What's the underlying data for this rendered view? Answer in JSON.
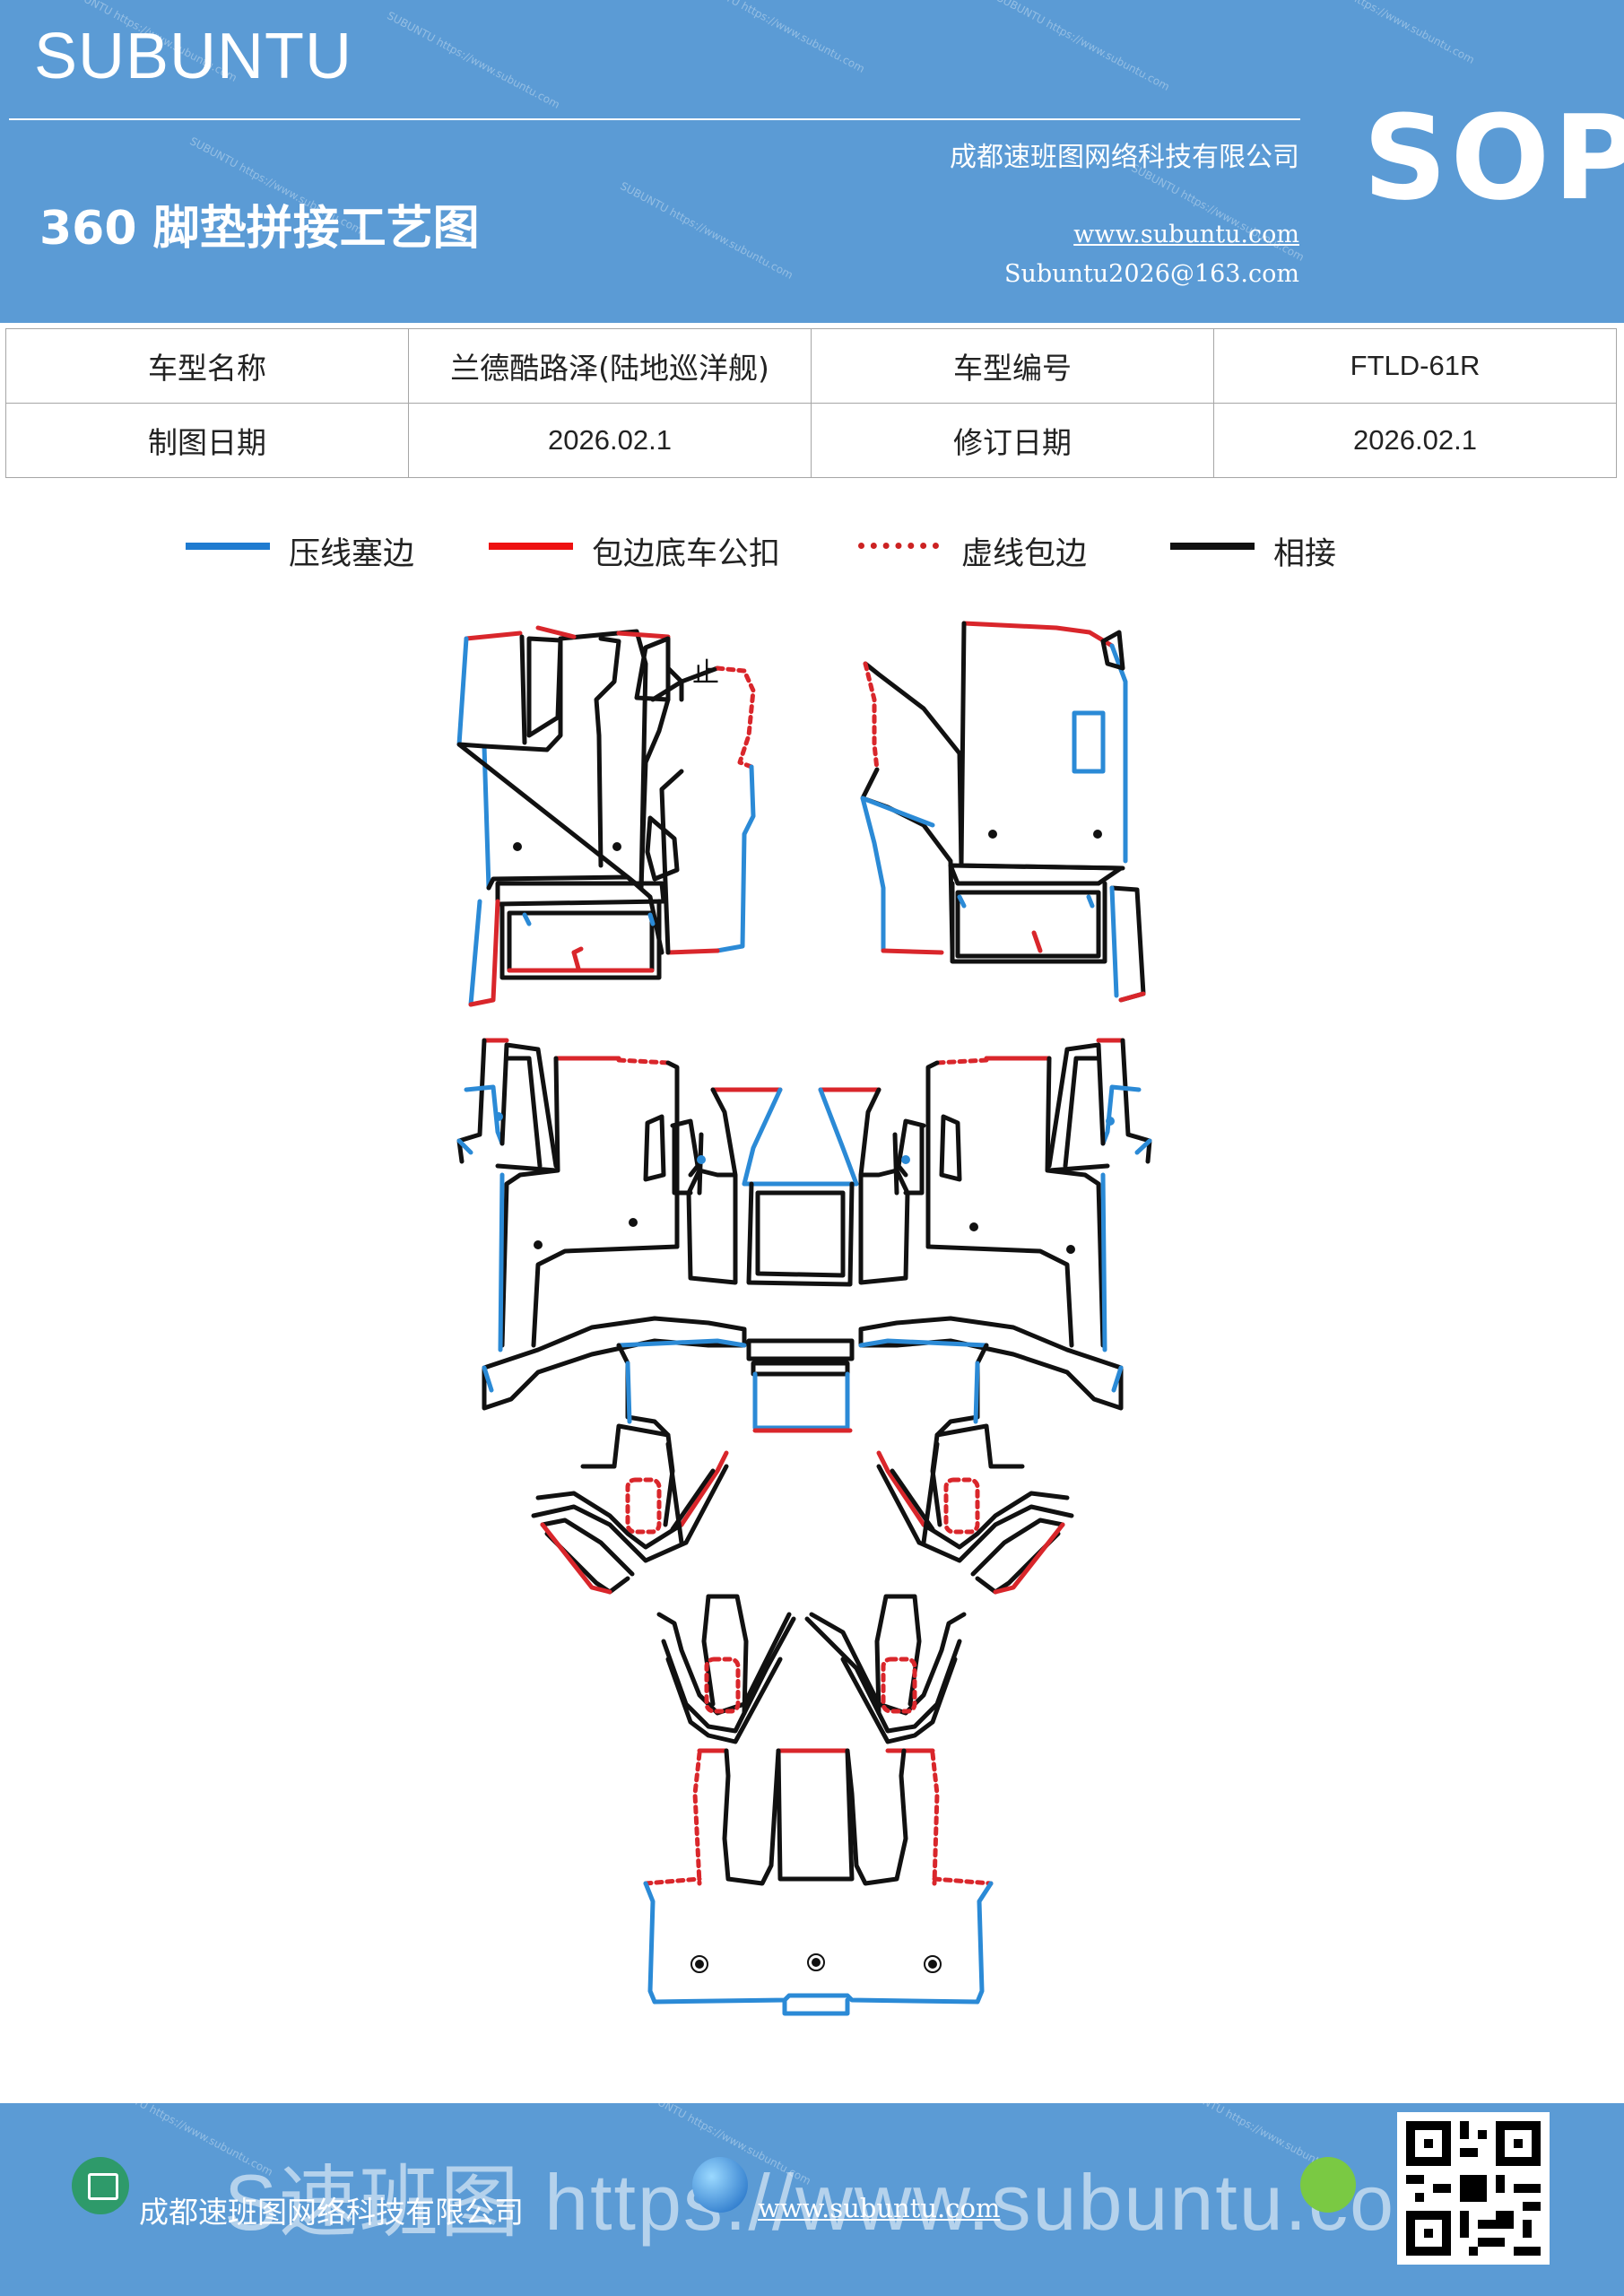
{
  "header": {
    "brand": "SUBUNTU",
    "sop": "SOP",
    "company": "成都速班图网络科技有限公司",
    "title": "360 脚垫拼接工艺图",
    "website": "www.subuntu.com",
    "email": "Subuntu2026@163.com",
    "watermark": "SUBUNTU https://www.subuntu.com"
  },
  "info_table": {
    "rows": [
      [
        "车型名称",
        "兰德酷路泽(陆地巡洋舰)",
        "车型编号",
        "FTLD-61R"
      ],
      [
        "制图日期",
        "2026.02.1",
        "修订日期",
        "2026.02.1"
      ]
    ]
  },
  "legend": {
    "items": [
      {
        "label": "压线塞边",
        "color": "#1f7bd0",
        "style": "solid"
      },
      {
        "label": "包边底车公扣",
        "color": "#ee1111",
        "style": "solid"
      },
      {
        "label": "虚线包边",
        "color": "#cc2222",
        "style": "dotted"
      },
      {
        "label": "相接",
        "color": "#111111",
        "style": "solid"
      }
    ]
  },
  "diagram": {
    "label": "止",
    "colors": {
      "blue": "#2b8ad6",
      "red": "#d9262b",
      "black": "#111111"
    }
  },
  "footer": {
    "company": "成都速班图网络科技有限公司",
    "website": "www.subuntu.com",
    "watermark": "S速班图 https://www.subuntu.com"
  }
}
